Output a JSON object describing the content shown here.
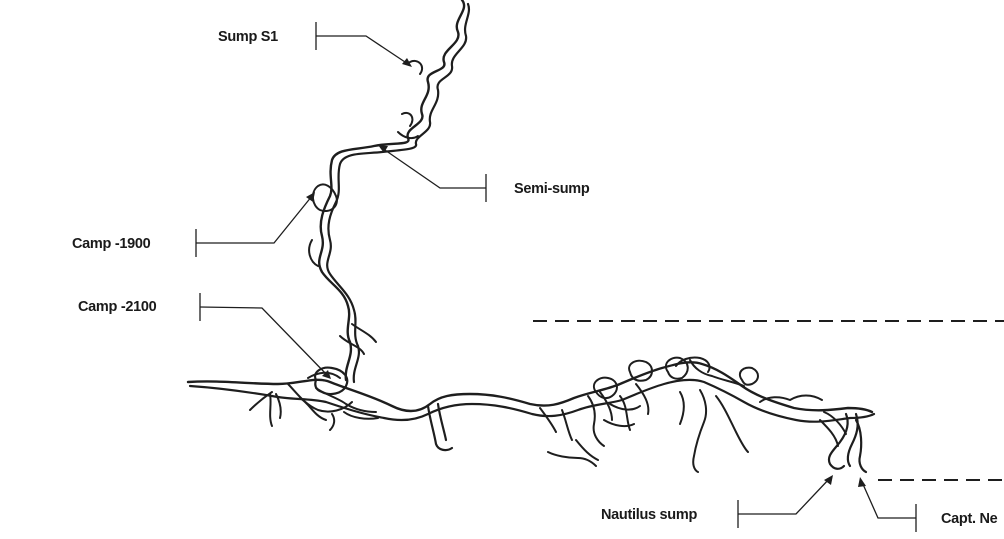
{
  "labels": {
    "sump_s1": "Sump S1",
    "semi_sump": "Semi-sump",
    "camp_1900": "Camp -1900",
    "camp_2100": "Camp -2100",
    "nautilus_sump": "Nautilus sump",
    "capt_nemo": "Capt. Ne"
  },
  "colors": {
    "ink": "#1e1e1e",
    "background": "#ffffff"
  }
}
